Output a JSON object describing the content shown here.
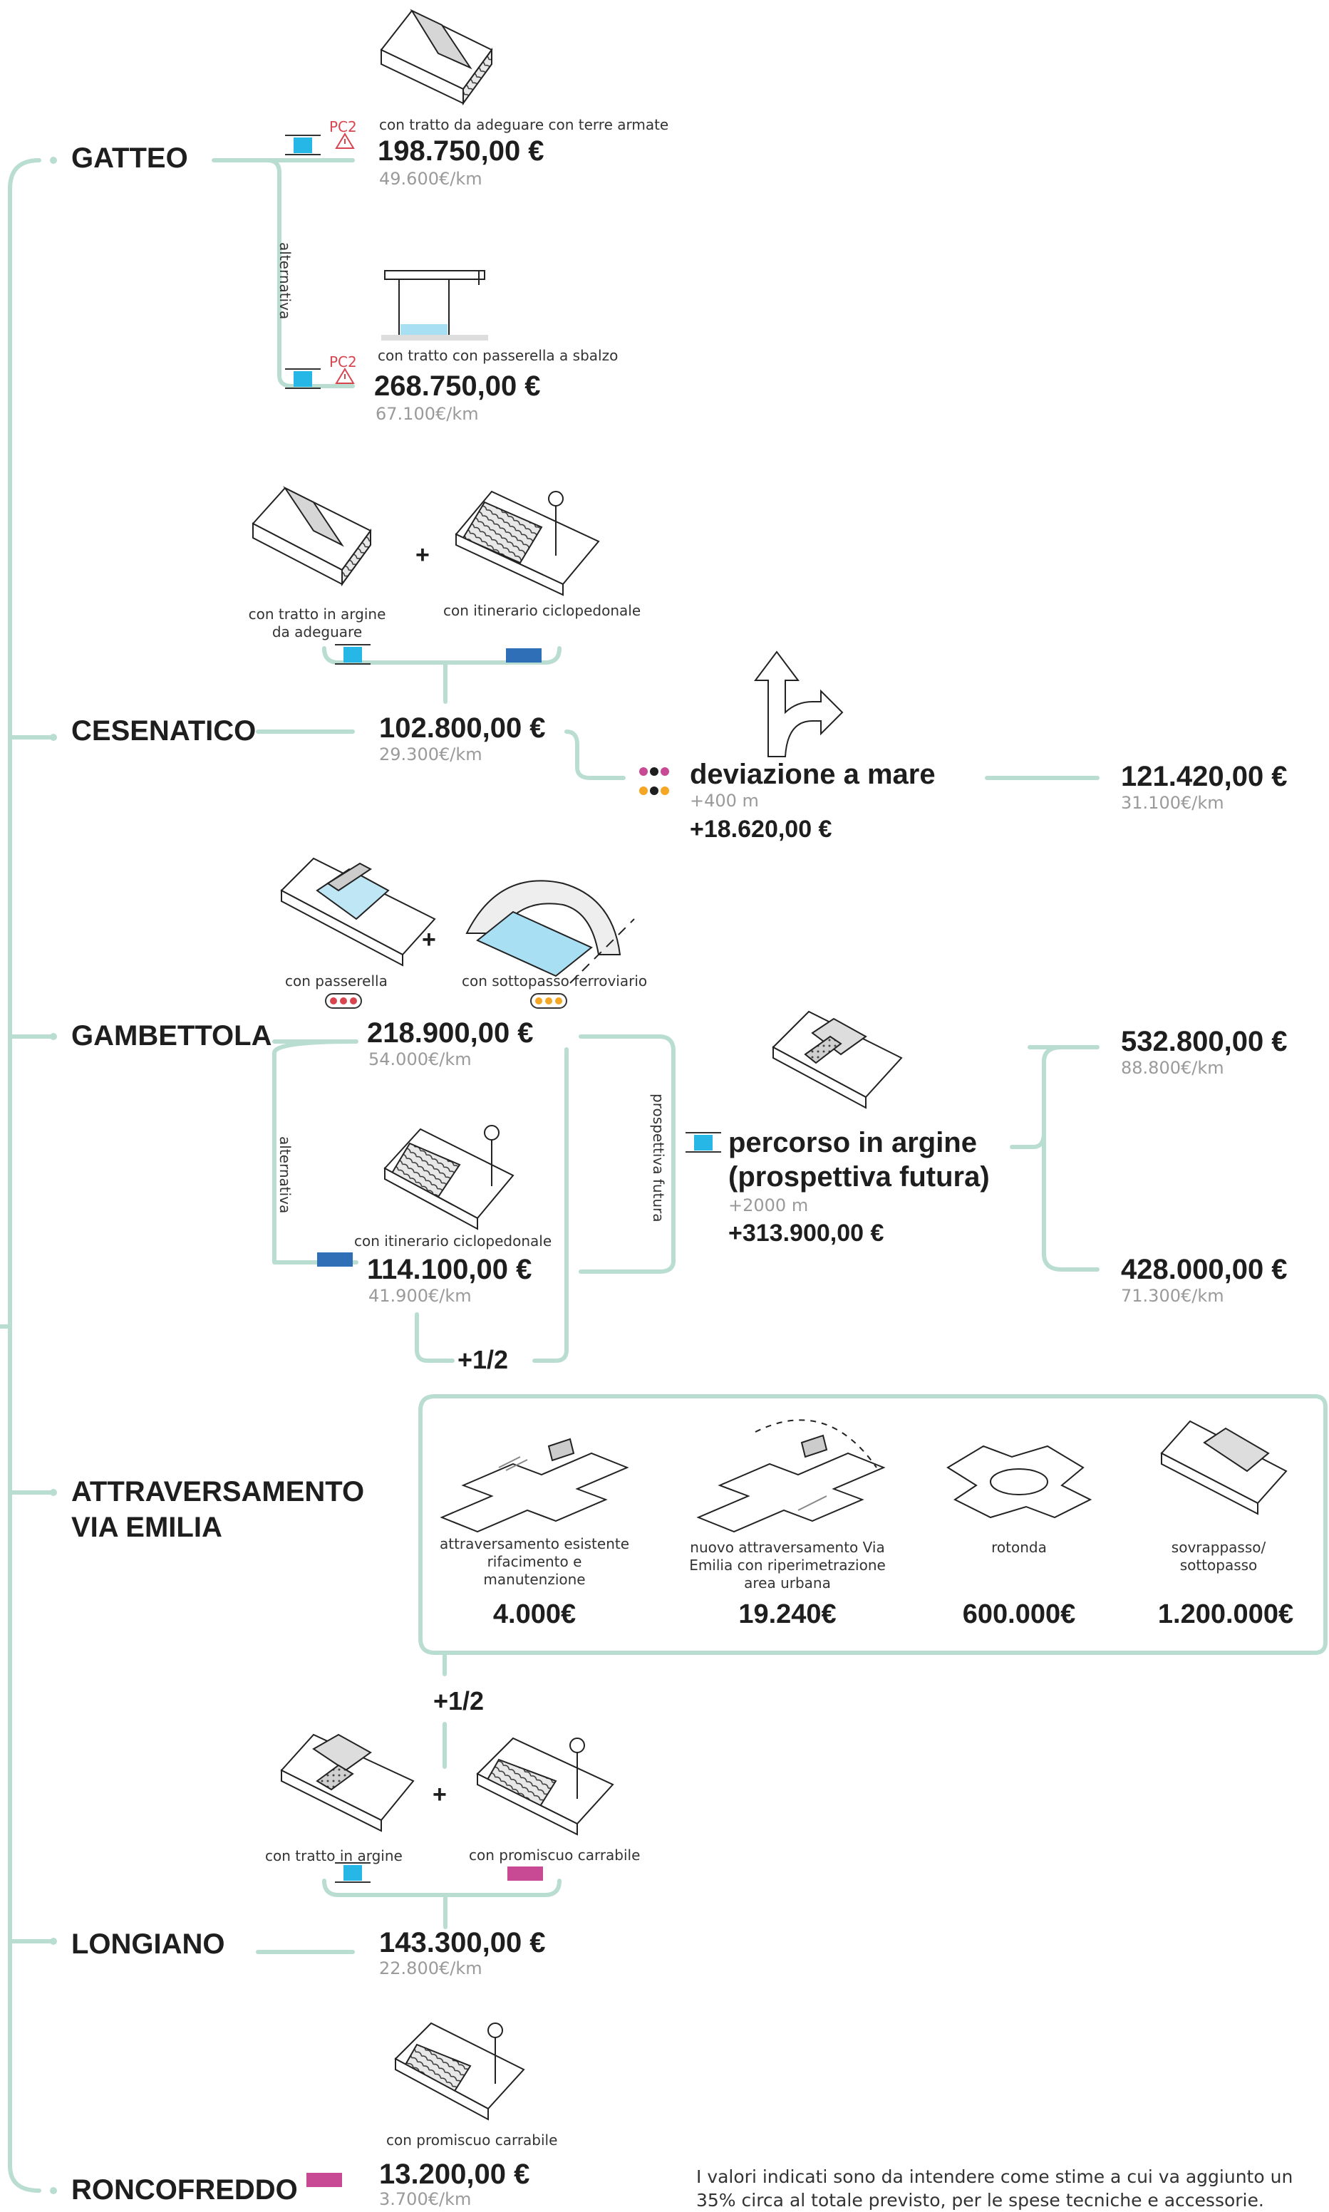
{
  "cities": {
    "gatteo": "GATTEO",
    "cesenatico": "CESENATICO",
    "gambettola": "GAMBETTOLA",
    "attraversamento_line1": "ATTRAVERSAMENTO",
    "attraversamento_line2": "VIA EMILIA",
    "longiano": "LONGIANO",
    "roncofreddo": "RONCOFREDDO"
  },
  "gatteo": {
    "opt1": {
      "caption": "con tratto da adeguare con terre armate",
      "price": "198.750,00 €",
      "per_km": "49.600€/km",
      "pc": "PC2"
    },
    "alternative_label": "alternativa",
    "opt2": {
      "caption": "con tratto con passerella a sbalzo",
      "price": "268.750,00 €",
      "per_km": "67.100€/km",
      "pc": "PC2"
    }
  },
  "cesenatico": {
    "caption_left_1": "con tratto in argine",
    "caption_left_2": "da adeguare",
    "caption_right": "con itinerario ciclopedonale",
    "plus": "+",
    "price": "102.800,00 €",
    "per_km": "29.300€/km",
    "deviation": {
      "title": "deviazione a mare",
      "distance": "+400 m",
      "extra": "+18.620,00 €"
    },
    "total": {
      "price": "121.420,00 €",
      "per_km": "31.100€/km"
    }
  },
  "gambettola": {
    "caption_left": "con passerella",
    "caption_right": "con sottopasso ferroviario",
    "plus": "+",
    "price": "218.900,00 €",
    "per_km": "54.000€/km",
    "alternative_label": "alternativa",
    "alt": {
      "caption": "con itinerario ciclopedonale",
      "price": "114.100,00 €",
      "per_km": "41.900€/km"
    },
    "future_label": "prospettiva futura",
    "future": {
      "title_1": "percorso in argine",
      "title_2": "(prospettiva futura)",
      "distance": "+2000 m",
      "extra": "+313.900,00 €"
    },
    "total_a": {
      "price": "532.800,00 €",
      "per_km": "88.800€/km"
    },
    "total_b": {
      "price": "428.000,00 €",
      "per_km": "71.300€/km"
    },
    "half": "+1/2"
  },
  "attraversamento": {
    "options": [
      {
        "caption": "attraversamento esistente rifacimento e manutenzione",
        "cost": "4.000€"
      },
      {
        "caption": "nuovo attraversamento Via Emilia con riperimetrazione area urbana",
        "cost": "19.240€"
      },
      {
        "caption": "rotonda",
        "cost": "600.000€"
      },
      {
        "caption": "sovrappasso/ sottopasso",
        "cost": "1.200.000€"
      }
    ],
    "half": "+1/2"
  },
  "longiano": {
    "caption_left": "con tratto in argine",
    "caption_right": "con promiscuo carrabile",
    "plus": "+",
    "price": "143.300,00 €",
    "per_km": "22.800€/km"
  },
  "roncofreddo": {
    "caption": "con promiscuo carrabile",
    "price": "13.200,00 €",
    "per_km": "3.700€/km"
  },
  "footnote": "I valori indicati sono da intendere come stime a cui va aggiunto un 35% circa al totale previsto, per le spese tecniche e accessorie.",
  "colors": {
    "line": "#b9ddd0",
    "cyan": "#27b7e6",
    "blue": "#2e6fb7",
    "magenta": "#c84a94",
    "red": "#d9454f",
    "orange": "#f5a623",
    "text": "#1e1e1e",
    "muted": "#9a9a9a"
  }
}
